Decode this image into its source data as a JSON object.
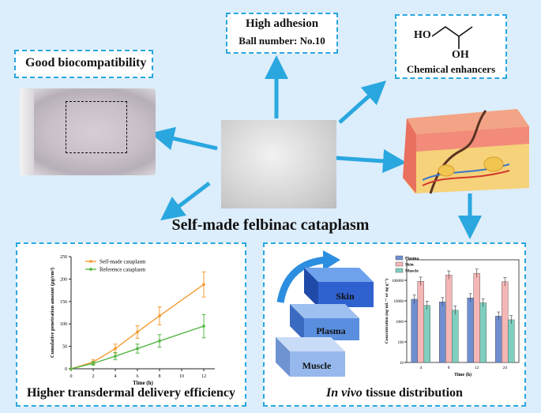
{
  "top_labels": {
    "good_biocompatibility": "Good biocompatibility",
    "high_adhesion": "High adhesion",
    "ball_number": "Ball number: No.10",
    "chemical_enhancers": "Chemical enhancers",
    "chem_ho": "HO",
    "chem_oh": "OH"
  },
  "center_title": "Self-made felbinac cataplasm",
  "left_panel": {
    "caption": "Higher transdermal delivery efficiency",
    "chart_data": {
      "type": "line",
      "xlabel": "Time (h)",
      "ylabel": "Cumulative penetration amount (μg/cm²)",
      "x": [
        0,
        2,
        4,
        6,
        8,
        12
      ],
      "xticks": [
        "0",
        "2",
        "4",
        "6",
        "8",
        "10",
        "12"
      ],
      "yticks": [
        "0",
        "50",
        "100",
        "150",
        "200",
        "250"
      ],
      "xlim": [
        0,
        13
      ],
      "ylim": [
        0,
        250
      ],
      "series": [
        {
          "name": "Self-made cataplasm",
          "color": "#f39c34",
          "values": [
            0,
            15,
            45,
            82,
            118,
            188
          ],
          "errors": [
            0,
            5,
            10,
            14,
            20,
            28
          ]
        },
        {
          "name": "Reference cataplasm",
          "color": "#57b847",
          "values": [
            0,
            12,
            28,
            45,
            62,
            95
          ],
          "errors": [
            0,
            4,
            8,
            10,
            14,
            26
          ]
        }
      ]
    }
  },
  "right_panel": {
    "caption_italic": "In vivo",
    "caption_rest": " tissue distribution",
    "layers": [
      "Skin",
      "Plasma",
      "Muscle"
    ],
    "chart_data": {
      "type": "bar",
      "scale": "log",
      "xlabel": "Time (h)",
      "ylabel": "Concentration (ng·mL⁻¹ or ng·g⁻¹)",
      "categories": [
        "4",
        "8",
        "12",
        "24"
      ],
      "yticks": [
        "10",
        "100",
        "1000",
        "10000",
        "100000"
      ],
      "ylim": [
        10,
        1000000
      ],
      "series": [
        {
          "name": "Plasma",
          "color": "#6f8fd1",
          "values": [
            12000,
            9000,
            14000,
            1800
          ]
        },
        {
          "name": "Skin",
          "color": "#f5b6b6",
          "values": [
            90000,
            180000,
            220000,
            85000
          ]
        },
        {
          "name": "Muscle",
          "color": "#7fcfc0",
          "values": [
            6000,
            3500,
            8000,
            1200
          ]
        }
      ]
    }
  }
}
